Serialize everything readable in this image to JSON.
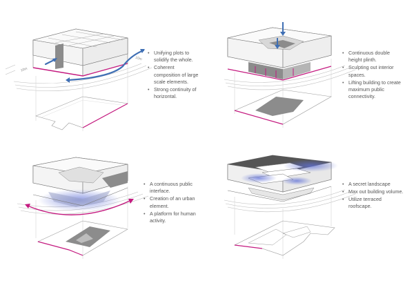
{
  "panels": [
    {
      "id": "unify",
      "bullets": [
        "Unifying plots to solidify the whole.",
        "Coherent composition of large scale elements.",
        "Strong continuity of horizontal."
      ],
      "dimension_labels": [
        "10m",
        "10m"
      ]
    },
    {
      "id": "plinth",
      "bullets": [
        "Continuous double height plinth.",
        "Sculpting out interior spaces.",
        "Lifting building to create maximum public connectivity."
      ]
    },
    {
      "id": "interface",
      "bullets": [
        "A continuous public interface.",
        "Creation of an urban element.",
        "A platform for human activity."
      ]
    },
    {
      "id": "landscape",
      "bullets": [
        "A secret landscape",
        "Max out building volume.",
        "Utilize terraced roofscape."
      ]
    }
  ],
  "colors": {
    "magenta": "#c4197f",
    "blue": "#3f6fb4",
    "glow": "#5e6fd6",
    "line": "#8a8a8a",
    "grey_fill": "#8c8c8c",
    "light_fill": "#f2f2f2",
    "text": "#555555"
  }
}
